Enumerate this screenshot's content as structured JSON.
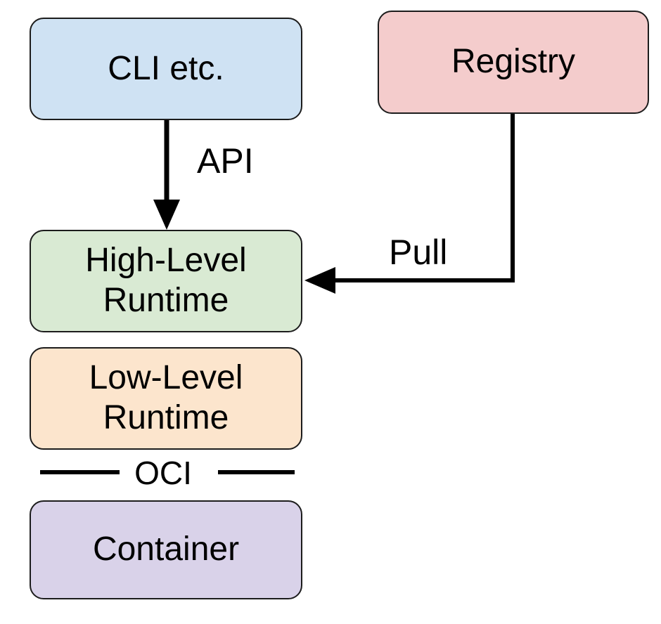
{
  "diagram": {
    "description": "Container runtime architecture diagram",
    "nodes": [
      {
        "id": "cli",
        "label": "CLI etc.",
        "fill": "#cfe2f3"
      },
      {
        "id": "registry",
        "label": "Registry",
        "fill": "#f4cccc"
      },
      {
        "id": "high_level_runtime",
        "label": "High-Level Runtime",
        "fill": "#d9ead3"
      },
      {
        "id": "low_level_runtime",
        "label": "Low-Level Runtime",
        "fill": "#fce5cd"
      },
      {
        "id": "container",
        "label": "Container",
        "fill": "#d9d2e9"
      }
    ],
    "edges": [
      {
        "from": "cli",
        "to": "high_level_runtime",
        "label": "API"
      },
      {
        "from": "registry",
        "to": "high_level_runtime",
        "label": "Pull"
      }
    ],
    "separator_label": "OCI",
    "stroke_color": "#000000",
    "border_color": "#1c1c1c",
    "text_color": "#000000"
  }
}
